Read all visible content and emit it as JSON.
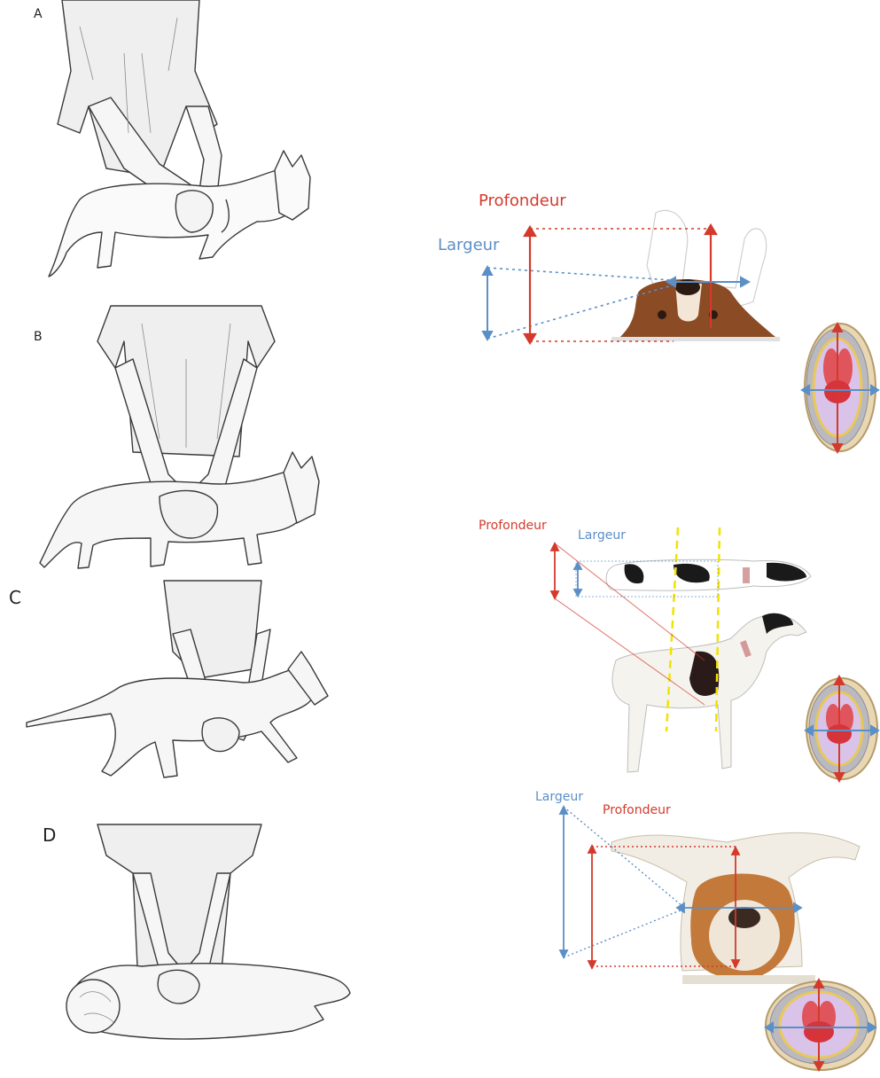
{
  "panels": {
    "a": "A",
    "b": "B",
    "c": "C",
    "d": "D"
  },
  "labels": {
    "depth_1": "Profondeur",
    "width_1": "Largeur",
    "depth_2": "Profondeur",
    "width_2": "Largeur",
    "width_3": "Largeur",
    "depth_3": "Profondeur"
  },
  "colors": {
    "depth": "#d33a2c",
    "width": "#5b8fc7",
    "guide": "#f2e200",
    "sketch": "#3a3a3a"
  }
}
